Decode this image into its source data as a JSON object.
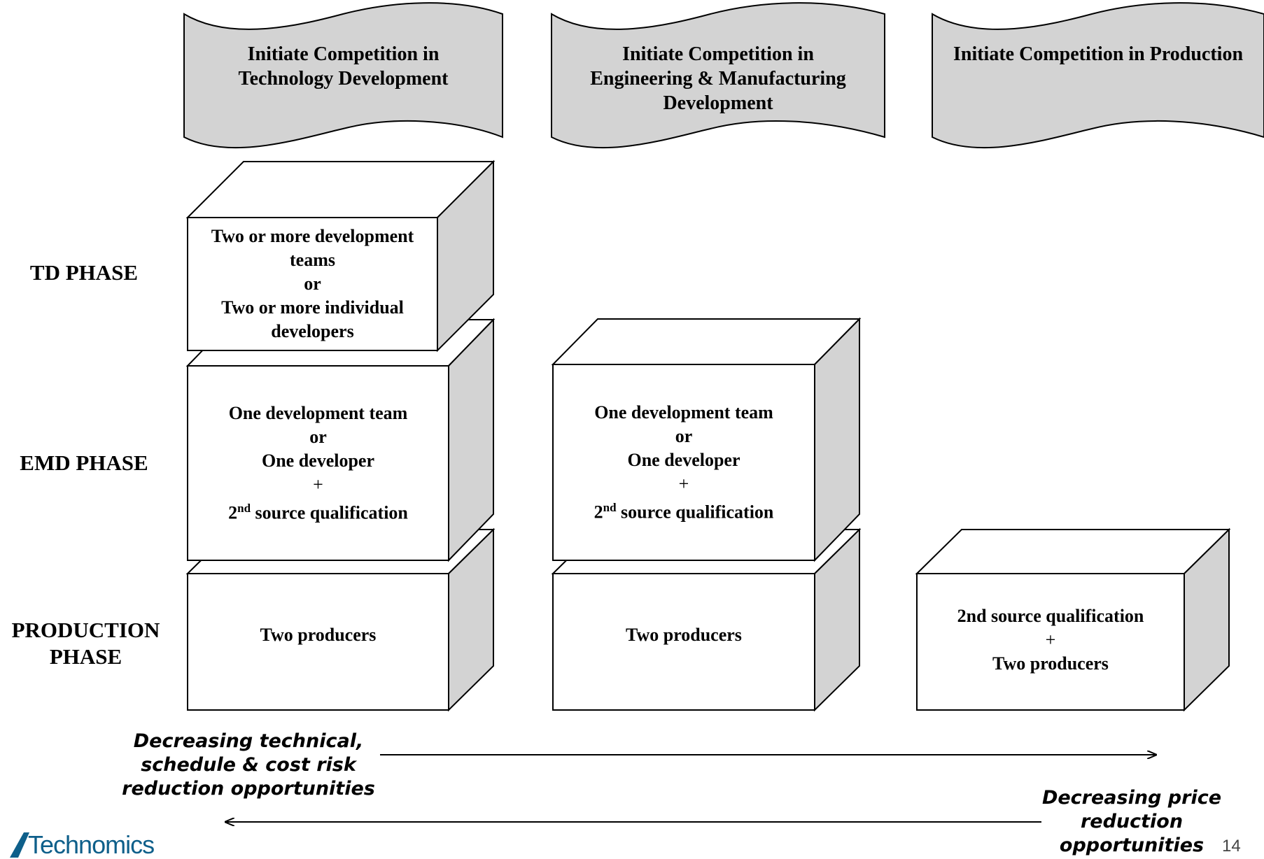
{
  "banners": [
    {
      "lines": [
        "Initiate Competition in",
        "Technology Development"
      ]
    },
    {
      "lines": [
        "Initiate Competition in",
        "Engineering & Manufacturing",
        "Development"
      ]
    },
    {
      "lines": [
        "Initiate Competition in Production"
      ]
    }
  ],
  "phases": [
    {
      "lines": [
        "TD PHASE"
      ]
    },
    {
      "lines": [
        "EMD PHASE"
      ]
    },
    {
      "lines": [
        "PRODUCTION",
        "PHASE"
      ]
    }
  ],
  "boxes": {
    "td": [
      "Two or more development",
      "teams",
      "or",
      "Two or more individual",
      "developers"
    ],
    "emd": {
      "line1": "One development team",
      "line2": "or",
      "line3": "One developer",
      "line4": "+",
      "line5_base": "2",
      "line5_sup": "nd",
      "line5_rest": " source qualification"
    },
    "prod_two": "Two producers",
    "prod_third": [
      "2nd source qualification",
      "+",
      "Two producers"
    ]
  },
  "arrows": {
    "right_label": [
      "Decreasing technical,",
      "schedule & cost risk",
      "reduction opportunities"
    ],
    "left_label": [
      "Decreasing price",
      "reduction",
      "opportunities"
    ]
  },
  "footer": {
    "logo_text": "Technomics",
    "page_number": "14"
  },
  "colors": {
    "banner_fill": "#d3d3d3",
    "box_side": "#d3d3d3",
    "logo": "#0e5f8a"
  }
}
